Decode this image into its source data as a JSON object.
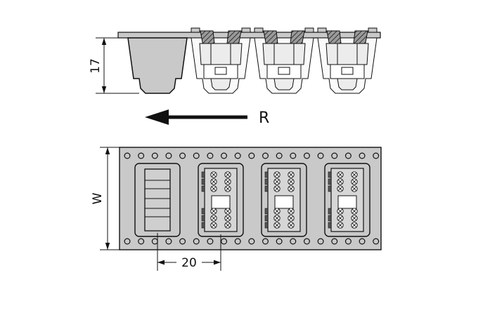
{
  "diagram": {
    "labels": {
      "pocket_depth": "17",
      "unreel_direction": "R",
      "tape_width": "W",
      "pocket_pitch": "20"
    },
    "colors": {
      "tape": "#c9c9c9",
      "line": "#111111",
      "background": "#ffffff"
    }
  }
}
